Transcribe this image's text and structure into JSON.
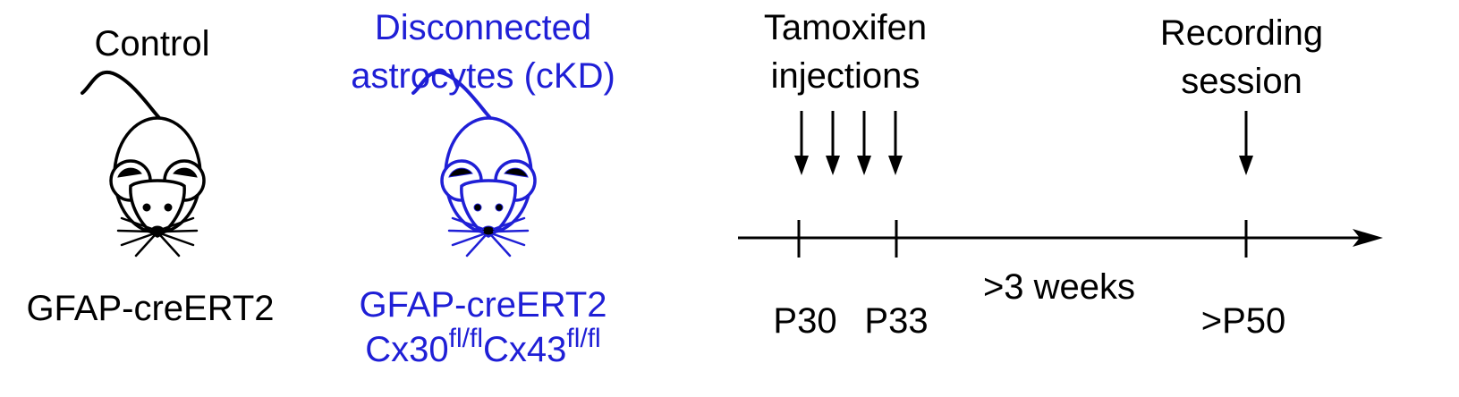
{
  "colors": {
    "control": "#000000",
    "ckd": "#1f1fd6"
  },
  "control": {
    "title": "Control",
    "genotype": "GFAP-creERT2",
    "icon": "mouse-icon"
  },
  "ckd": {
    "title_line1": "Disconnected",
    "title_line2": "astrocytes (cKD)",
    "genotype_line1": "GFAP-creERT2",
    "genotype_line2_part1": "Cx30",
    "genotype_line2_sup1": "fl/fl",
    "genotype_line2_part2": "Cx43",
    "genotype_line2_sup2": "fl/fl",
    "icon": "mouse-icon"
  },
  "timeline": {
    "tamoxifen_line1": "Tamoxifen",
    "tamoxifen_line2": "injections",
    "recording_line1": "Recording",
    "recording_line2": "session",
    "tick_p30": "P30",
    "tick_p33": "P33",
    "interval": ">3 weeks",
    "tick_p50": ">P50",
    "injection_count": 4
  }
}
